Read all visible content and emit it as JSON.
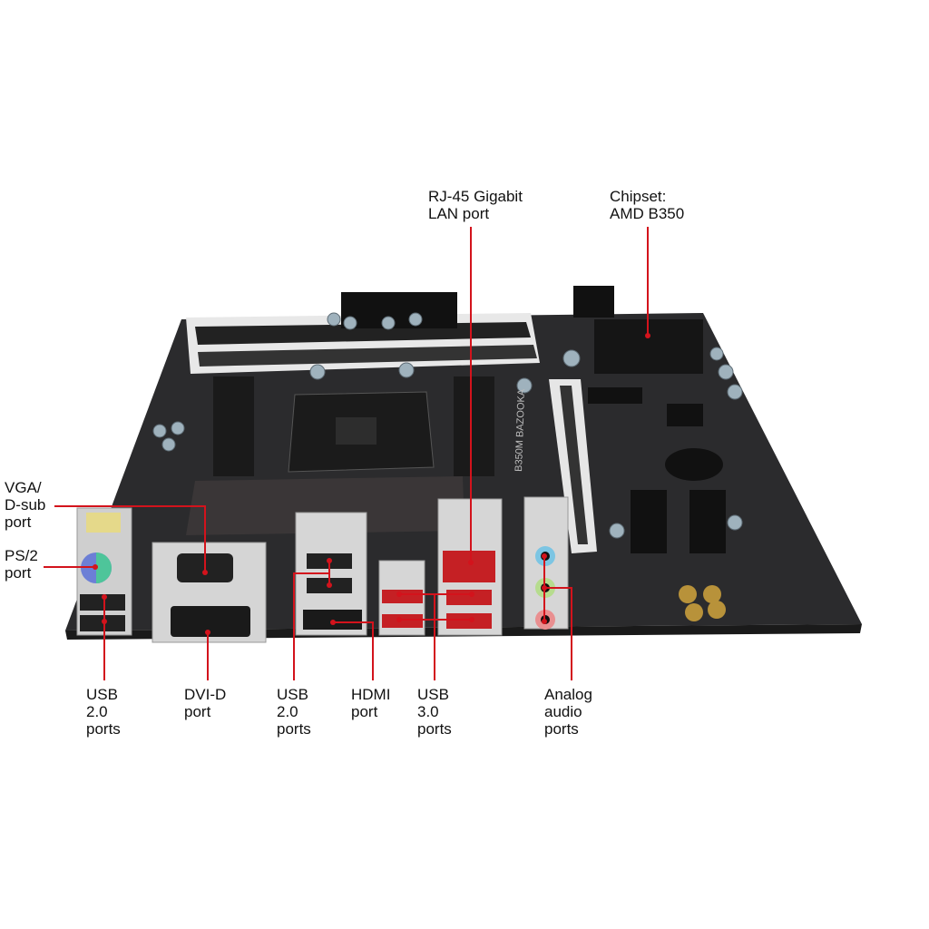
{
  "board_silkscreen": "B350M BAZOOKA",
  "callout_color": "#d3131c",
  "labels": {
    "rj45": "RJ-45 Gigabit\nLAN port",
    "chipset": "Chipset:\nAMD B350",
    "vga": "VGA/\nD-sub\nport",
    "ps2": "PS/2\nport",
    "usb2_left": "USB\n2.0\nports",
    "dvi": "DVI-D\nport",
    "usb2_mid": "USB\n2.0\nports",
    "hdmi": "HDMI\nport",
    "usb3": "USB\n3.0\nports",
    "audio": "Analog\naudio\nports"
  }
}
